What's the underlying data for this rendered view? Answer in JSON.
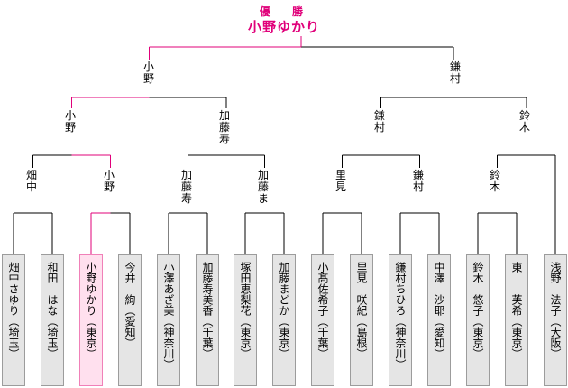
{
  "champion": {
    "label": "優　勝",
    "name": "小野ゆかり"
  },
  "rounds": {
    "final": [
      "小野",
      "鎌村"
    ],
    "semifinal": [
      "小野",
      "加藤寿",
      "鎌村",
      "鈴木"
    ],
    "quarterfinal": [
      "畑中",
      "小野",
      "加藤寿",
      "加藤ま",
      "里見",
      "鎌村",
      "鈴木"
    ]
  },
  "players": [
    {
      "name": "畑中さゆり",
      "pref": "（埼玉）"
    },
    {
      "name": "和田　はな",
      "pref": "（埼玉）"
    },
    {
      "name": "小野ゆかり",
      "pref": "（東京）"
    },
    {
      "name": "今井　絢",
      "pref": "（愛知）"
    },
    {
      "name": "小澤あざ美",
      "pref": "（神奈川）"
    },
    {
      "name": "加藤寿美香",
      "pref": "（千葉）"
    },
    {
      "name": "塚田恵梨花",
      "pref": "（東京）"
    },
    {
      "name": "加藤まどか",
      "pref": "（東京）"
    },
    {
      "name": "小髙佐希子",
      "pref": "（千葉）"
    },
    {
      "name": "里見　咲紀",
      "pref": "（島根）"
    },
    {
      "name": "鎌村ちひろ",
      "pref": "（神奈川）"
    },
    {
      "name": "中澤　沙耶",
      "pref": "（愛知）"
    },
    {
      "name": "鈴木　悠子",
      "pref": "（東京）"
    },
    {
      "name": "東　　芙希",
      "pref": "（東京）"
    },
    {
      "name": "浅野　法子",
      "pref": "（大阪）"
    }
  ],
  "colors": {
    "line": "#000000",
    "win_line": "#e0007a",
    "player_bg": "#e5e5e5",
    "winner_bg": "#ffe0ee",
    "winner_border": "#f080b8",
    "champion_text": "#e0007a"
  }
}
